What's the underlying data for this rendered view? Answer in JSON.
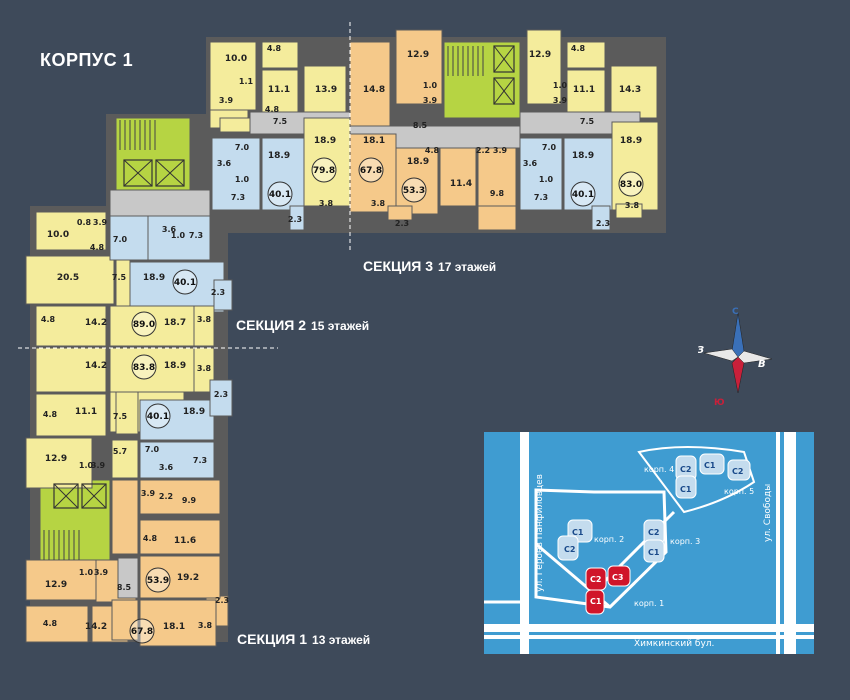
{
  "title": "КОРПУС 1",
  "sections": [
    {
      "name": "СЕКЦИЯ 3",
      "floors": "17 этажей"
    },
    {
      "name": "СЕКЦИЯ 2",
      "floors": "15 этажей"
    },
    {
      "name": "СЕКЦИЯ 1",
      "floors": "13 этажей"
    }
  ],
  "compass": {
    "north": "С",
    "west": "З",
    "east": "В",
    "south": "Ю"
  },
  "colors": {
    "background": "#3e4a5a",
    "yellow_apartment": "#f4ec9c",
    "blue_apartment": "#c4dcee",
    "orange_apartment": "#f5c98a",
    "stairwell_green": "#b6d443",
    "corridor_gray": "#c8c8c8",
    "wall": "#5b5b5b",
    "map_water": "#3f9cd1",
    "map_road": "#ffffff",
    "highlight_red": "#d0152a"
  },
  "apartment_totals": [
    "79.8",
    "67.8",
    "53.3",
    "40.1",
    "83.0",
    "40.1",
    "89.0",
    "83.8",
    "40.1",
    "53.9",
    "67.8",
    "40.1"
  ],
  "room_areas": [
    "10.0",
    "4.8",
    "1.1",
    "3.9",
    "11.1",
    "13.9",
    "4.8",
    "14.8",
    "12.9",
    "1.0",
    "3.9",
    "12.9",
    "4.8",
    "1.0",
    "3.9",
    "11.1",
    "14.3",
    "7.5",
    "8.5",
    "7.5",
    "7.0",
    "3.6",
    "1.0",
    "7.3",
    "18.9",
    "18.9",
    "18.1",
    "4.8",
    "2.2",
    "3.9",
    "18.9",
    "11.4",
    "9.8",
    "7.0",
    "3.6",
    "1.0",
    "7.3",
    "18.9",
    "18.9",
    "3.8",
    "2.3",
    "3.8",
    "2.3",
    "2.3",
    "3.8",
    "10.0",
    "0.8",
    "3.9",
    "4.8",
    "7.0",
    "3.6",
    "1.0",
    "7.3",
    "20.5",
    "7.5",
    "18.9",
    "2.3",
    "4.8",
    "14.2",
    "18.7",
    "3.8",
    "14.2",
    "18.9",
    "3.8",
    "4.8",
    "11.1",
    "7.5",
    "18.9",
    "2.3",
    "12.9",
    "1.0",
    "3.9",
    "5.7",
    "7.0",
    "3.6",
    "7.3",
    "3.9",
    "2.2",
    "9.9",
    "4.8",
    "11.6",
    "12.9",
    "1.0",
    "3.9",
    "8.5",
    "19.2",
    "4.8",
    "14.2",
    "18.1",
    "3.8",
    "2.3"
  ],
  "site_map": {
    "streets": [
      "ул. Героев Панфиловцев",
      "ул. Свободы",
      "Химкинский бул."
    ],
    "buildings": [
      "корп. 1",
      "корп. 2",
      "корп. 3",
      "корп. 4",
      "корп. 5"
    ],
    "section_codes": [
      "C1",
      "C2",
      "C3"
    ]
  }
}
